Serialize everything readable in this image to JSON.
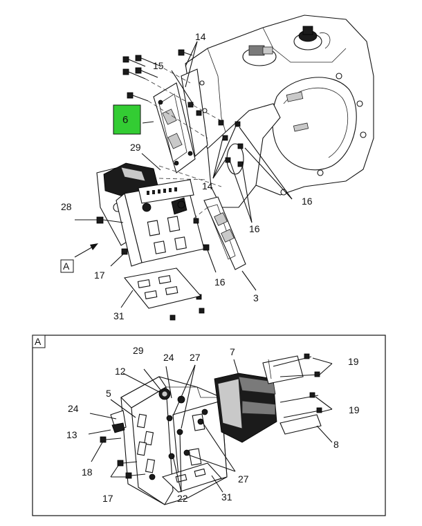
{
  "callouts": {
    "c14a": "14",
    "c15": "15",
    "c6": "6",
    "c29": "29",
    "c14b": "14",
    "c16a": "16",
    "c28": "28",
    "c16b": "16",
    "c17": "17",
    "c16c": "16",
    "c3": "3",
    "c31": "31",
    "cA": "A",
    "d29": "29",
    "d24a": "24",
    "d27a": "27",
    "d7": "7",
    "d12": "12",
    "d19a": "19",
    "d5": "5",
    "d24b": "24",
    "d19b": "19",
    "d13": "13",
    "d8": "8",
    "d18": "18",
    "d27b": "27",
    "d17": "17",
    "d22": "22",
    "d31": "31"
  },
  "detail": {
    "tag": "A"
  },
  "colors": {
    "highlight": "#33cc33",
    "line": "#111111"
  }
}
